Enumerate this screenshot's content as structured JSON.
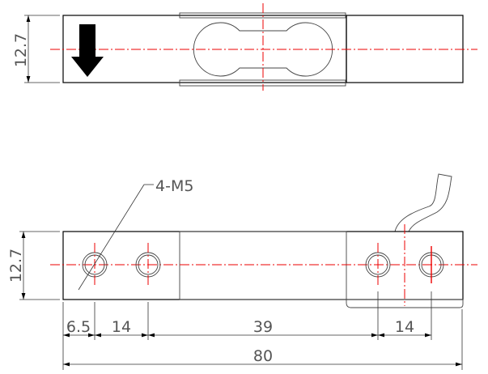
{
  "top_view": {
    "height_dim": "12.7"
  },
  "front_view": {
    "height_dim": "12.7",
    "thread_callout": "4-M5",
    "dims": {
      "d1": "6.5",
      "d2": "14",
      "d3": "39",
      "d4": "14",
      "total": "80"
    }
  },
  "colors": {
    "outline": "#000000",
    "centerline": "#e00000"
  }
}
